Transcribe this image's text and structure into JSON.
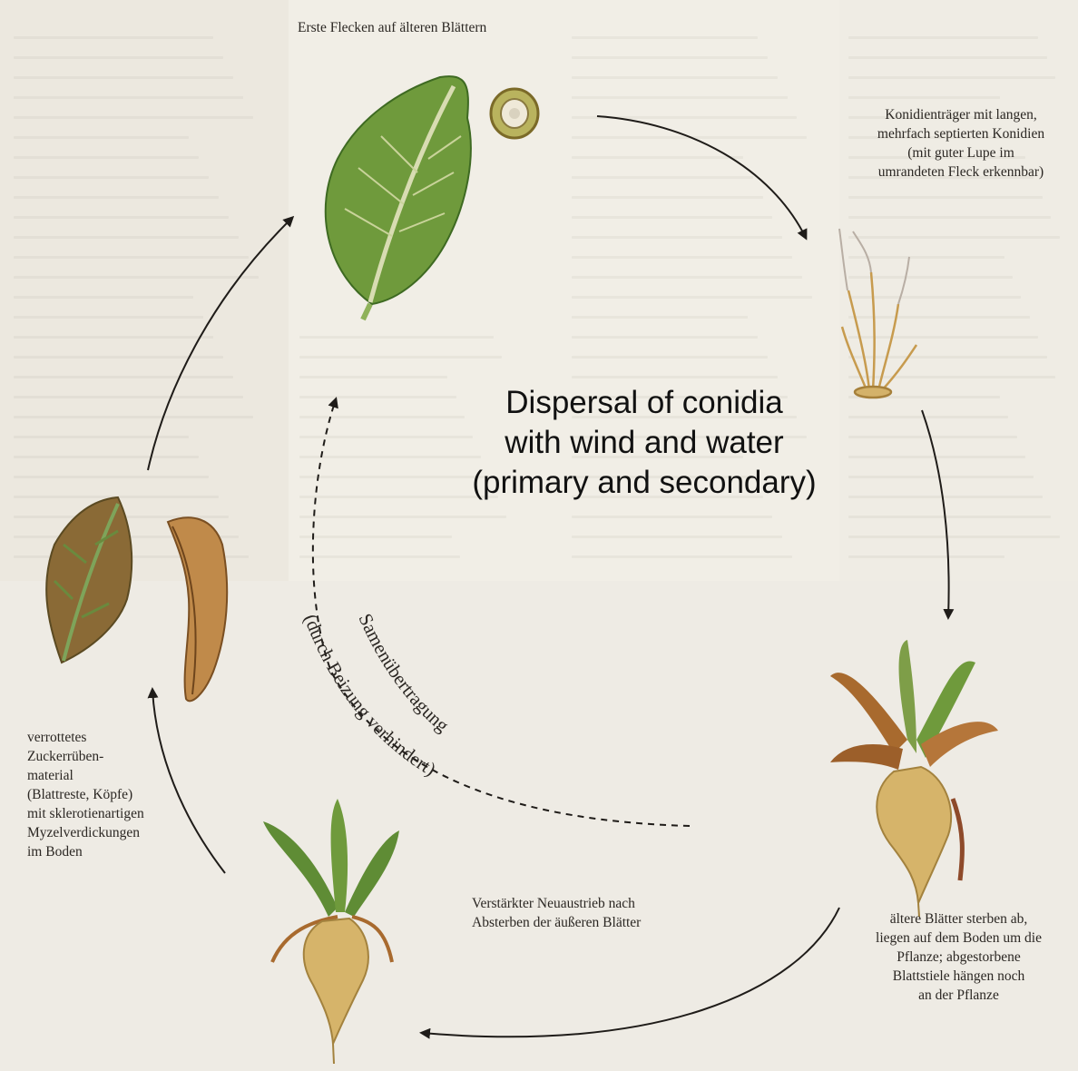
{
  "diagram": {
    "center_title": "Dispersal of conidia\nwith wind and water\n(primary and secondary)",
    "stages": {
      "top": "Erste Flecken auf älteren Blättern",
      "right_top": "Konidienträger mit langen,\nmehrfach septierten Konidien\n(mit guter Lupe im\numrandeten Fleck erkennbar)",
      "right_bottom": "ältere Blätter sterben ab,\nliegen auf dem Boden um die\nPflanze; abgestorbene\nBlattstiele hängen noch\nan der Pflanze",
      "bottom": "Verstärkter Neuaustrieb nach\nAbsterben der äußeren Blätter",
      "left": "verrottetes\nZuckerrüben-\nmaterial\n(Blattreste, Köpfe)\nmit sklerotienartigen\nMyzelverdickungen\nim Boden"
    },
    "seed_transmission": {
      "line1": "Samenübertragung",
      "line2": "(durch Beizung verhindert)"
    }
  },
  "colors": {
    "background": "#f1eee6",
    "arrow": "#1f1c19",
    "leaf_green": "#6f9a3c",
    "leaf_dark": "#3e6a22",
    "beet": "#d6b46a",
    "decay_brown": "#a86a2e"
  }
}
